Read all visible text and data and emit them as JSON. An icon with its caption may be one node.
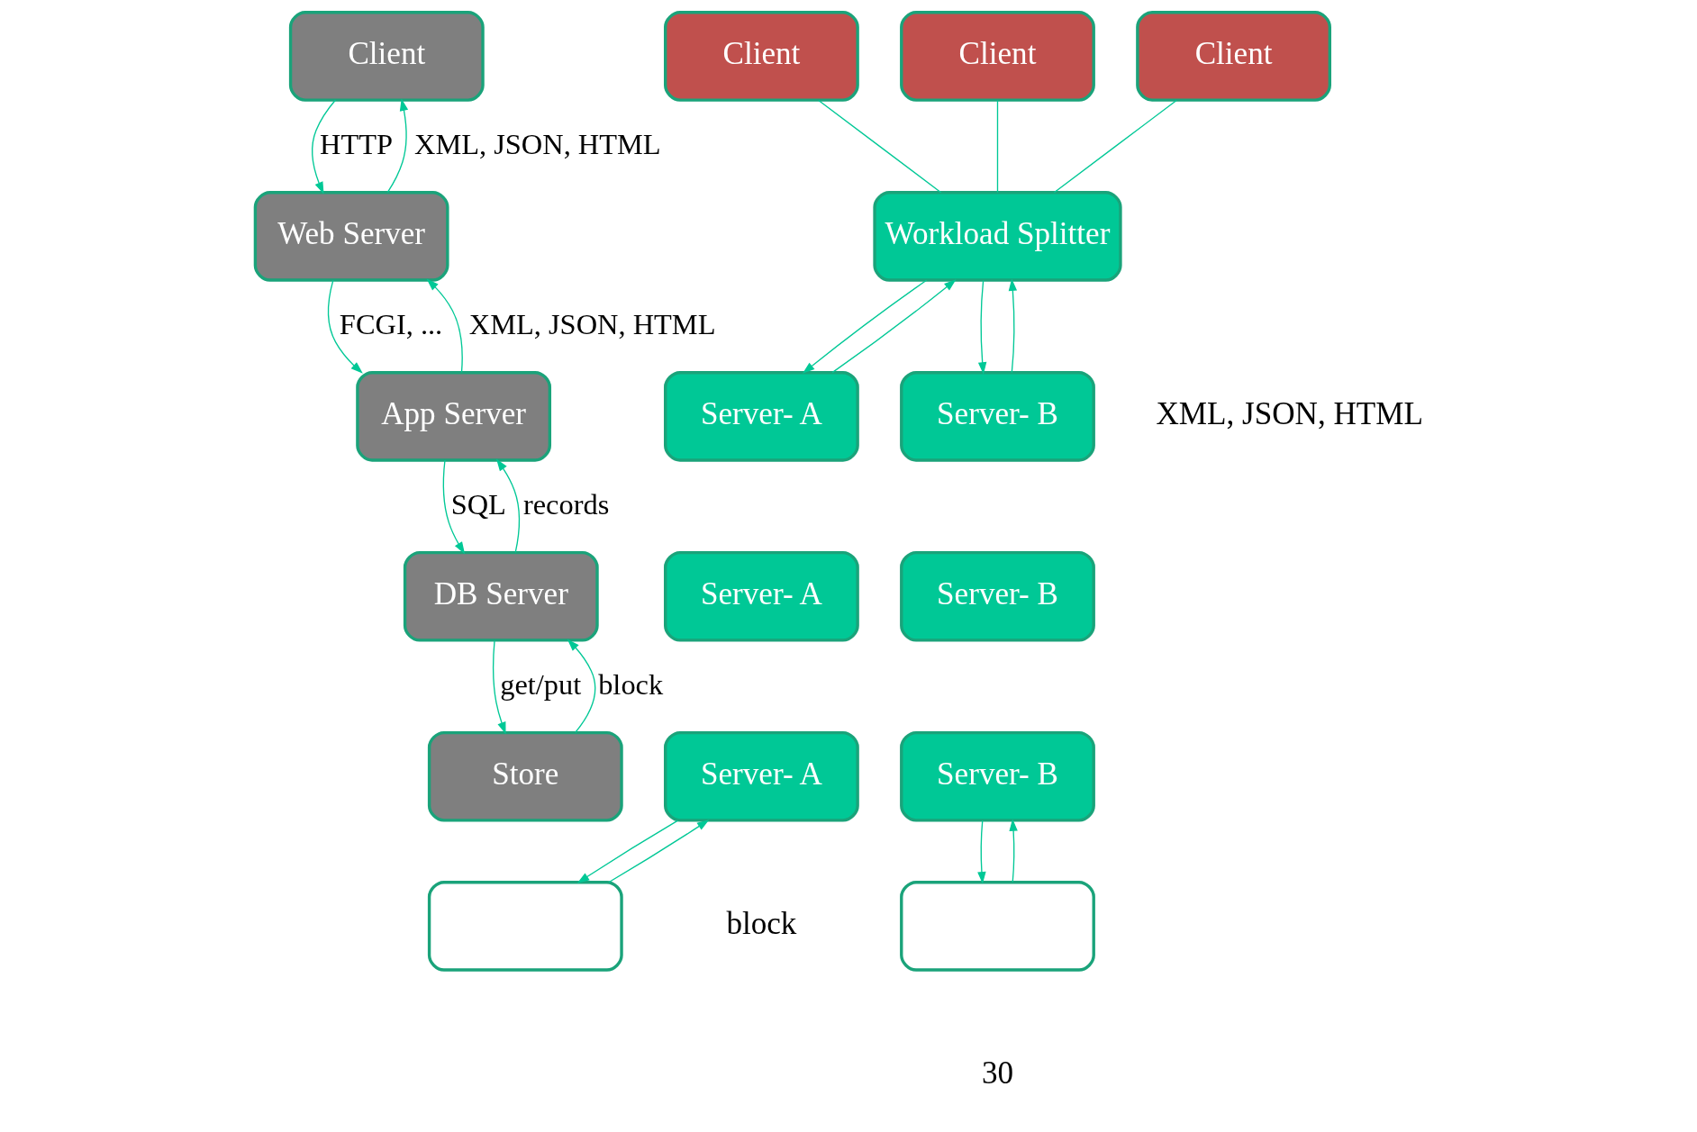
{
  "diagram": {
    "nodes": [
      {
        "text": [
          "Client"
        ]
      },
      {
        "text": [
          "Web Server"
        ]
      },
      {
        "text": [
          "App Server"
        ]
      },
      {
        "text": [
          "DB Server"
        ]
      },
      {
        "text": [
          "Store"
        ]
      },
      {
        "text": [
          "Client"
        ]
      },
      {
        "text": [
          "Client"
        ]
      },
      {
        "text": [
          "Client"
        ]
      },
      {
        "text": [
          "Workload Splitter"
        ]
      },
      {
        "text": [
          "Server- A"
        ]
      },
      {
        "text": [
          "Server- B"
        ]
      },
      {
        "text": [
          "Server- A"
        ]
      },
      {
        "text": [
          "Server- B"
        ]
      },
      {
        "text": [
          "Server- A"
        ]
      },
      {
        "text": [
          "Server- B"
        ]
      },
      {
        "text": [],
        "shape": "box"
      },
      {
        "text": [],
        "shape": "box"
      }
    ],
    "edges": [
      {
        "from": 0,
        "to": 1,
        "arrow": "to",
        "label": "HTTP"
      },
      {
        "from": 1,
        "to": 0,
        "arrow": "to",
        "label": "XML, JSON, HTML"
      },
      {
        "from": 1,
        "to": 2,
        "arrow": "to",
        "label": "FCGI, ..."
      },
      {
        "from": 2,
        "to": 1,
        "arrow": "to",
        "label": "XML, JSON, HTML"
      },
      {
        "from": 2,
        "to": 3,
        "arrow": "to",
        "label": "SQL"
      },
      {
        "from": 3,
        "to": 2,
        "arrow": "to",
        "label": "records"
      },
      {
        "from": 3,
        "to": 4,
        "arrow": "to",
        "label": "get/put"
      },
      {
        "from": 4,
        "to": 3,
        "arrow": "to",
        "label": "block"
      },
      {
        "from": 5,
        "to": 8,
        "arrow": "none"
      },
      {
        "from": 6,
        "to": 8,
        "arrow": "none"
      },
      {
        "from": 7,
        "to": 8,
        "arrow": "none"
      },
      {
        "from": 8,
        "to": 9,
        "arrow": "to"
      },
      {
        "from": 9,
        "to": 8,
        "arrow": "to"
      },
      {
        "from": 8,
        "to": 10,
        "arrow": "to"
      },
      {
        "from": 10,
        "to": 8,
        "arrow": "to"
      },
      {
        "from": 13,
        "to": 15,
        "arrow": "to"
      },
      {
        "from": 15,
        "to": 13,
        "arrow": "to"
      },
      {
        "from": 14,
        "to": 16,
        "arrow": "to"
      },
      {
        "from": 16,
        "to": 14,
        "arrow": "to"
      }
    ],
    "labels": [
      "XML, JSON, HTML",
      "block",
      "30"
    ]
  }
}
